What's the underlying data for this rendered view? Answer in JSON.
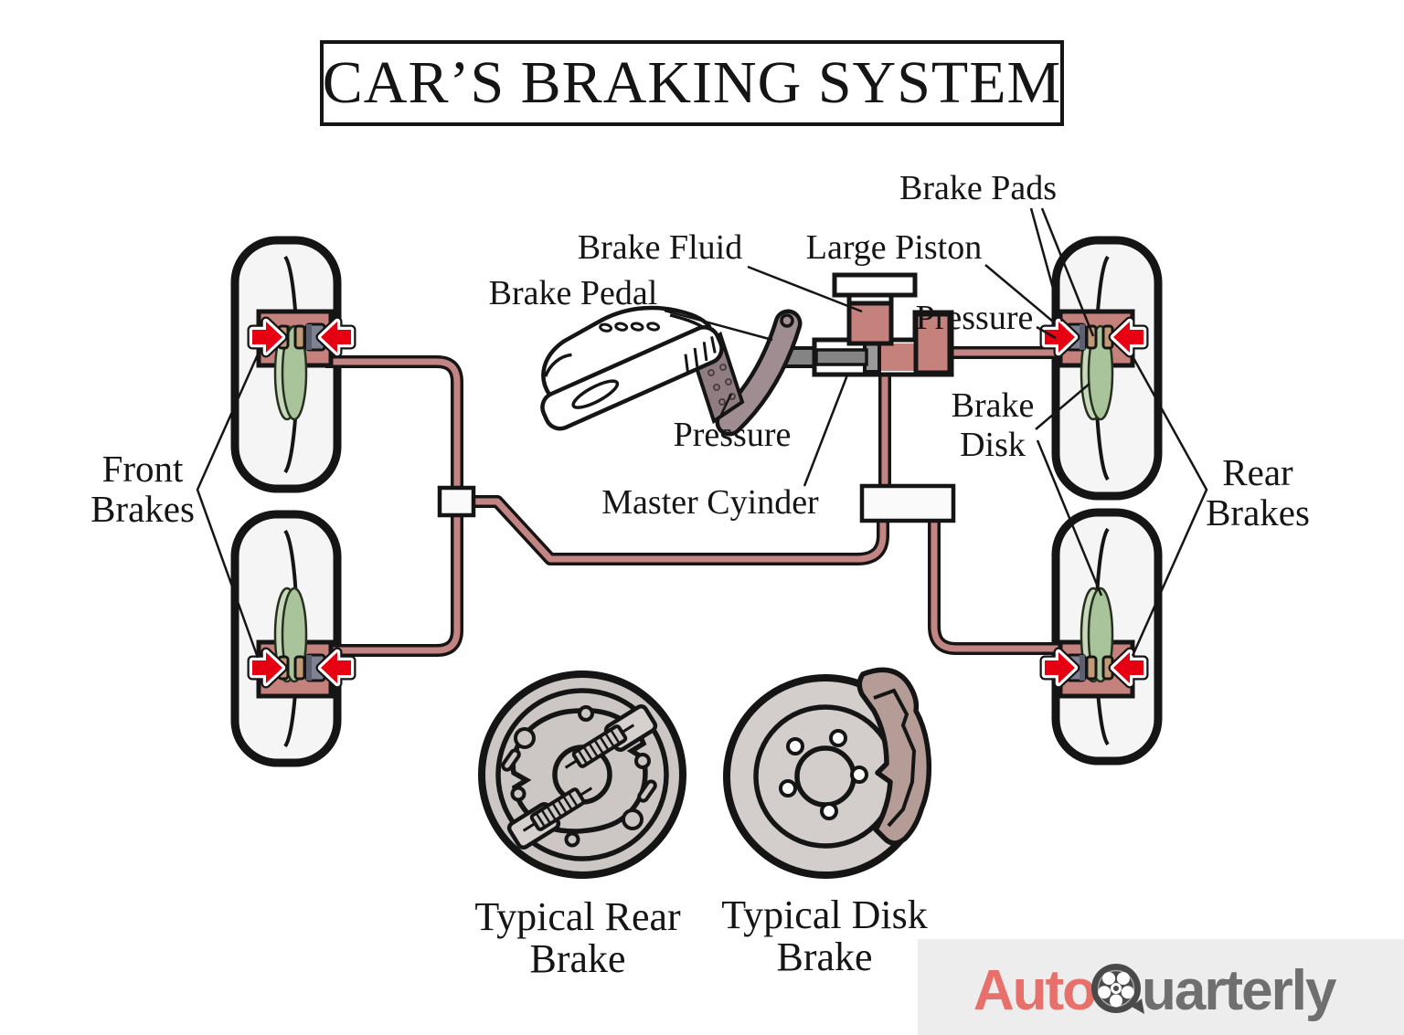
{
  "title": "CAR’S BRAKING SYSTEM",
  "labels": {
    "brake_fluid": "Brake Fluid",
    "brake_pedal": "Brake Pedal",
    "large_piston": "Large Piston",
    "pressure_center": "Pressure",
    "pressure_right": "Pressure",
    "master_cylinder": "Master Cyinder",
    "brake_pads": "Brake Pads",
    "brake_disk_1": "Brake",
    "brake_disk_2": "Disk",
    "front_brakes_1": "Front",
    "front_brakes_2": "Brakes",
    "rear_brakes_1": "Rear",
    "rear_brakes_2": "Brakes"
  },
  "captions": {
    "rear_brake_1": "Typical Rear",
    "rear_brake_2": "Brake",
    "disk_brake_1": "Typical Disk",
    "disk_brake_2": "Brake"
  },
  "logo": {
    "part1": "Auto",
    "part2": "uarterly",
    "icon": "tire-wheel-icon"
  },
  "colors": {
    "outline": "#151515",
    "caliper_pink": "#c5817c",
    "tube_pink": "#c28583",
    "pressure_red": "#e60012",
    "disk_green": "#a9c49a",
    "disk_green_light": "#c8d9bb",
    "tire_fill": "#f6f5f5",
    "steel_gray": "#848484",
    "pedal_taupe": "#a08d91",
    "drum_gray": "#ccc7c4",
    "disc_gray": "#d3cecc",
    "caliper_mauve": "#b59c96",
    "logo_bg": "#ededed",
    "logo_accent": "#e8706a",
    "logo_gray": "#6f6f6f"
  }
}
